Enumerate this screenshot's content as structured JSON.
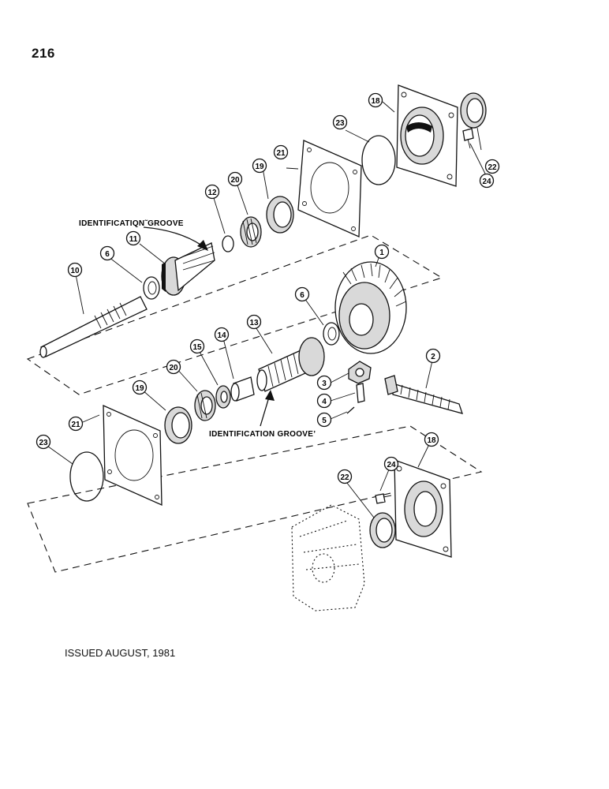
{
  "page": {
    "number": "216",
    "issued": "ISSUED AUGUST, 1981"
  },
  "labels": {
    "upper_groove": "IDENTIFICATIQN˜GROOVE",
    "lower_groove": "IDENTIFICATION GROOVE’"
  },
  "callouts": {
    "c1": "1",
    "c2": "2",
    "c3": "3",
    "c4": "4",
    "c5": "5",
    "c6a": "6",
    "c6b": "6",
    "c10": "10",
    "c11": "11",
    "c12": "12",
    "c13": "13",
    "c14": "14",
    "c15": "15",
    "c18a": "18",
    "c18b": "18",
    "c19a": "19",
    "c19b": "19",
    "c20a": "20",
    "c20b": "20",
    "c21a": "21",
    "c21b": "21",
    "c22a": "22",
    "c22b": "22",
    "c23a": "23",
    "c23b": "23",
    "c24a": "24",
    "c24b": "24"
  }
}
